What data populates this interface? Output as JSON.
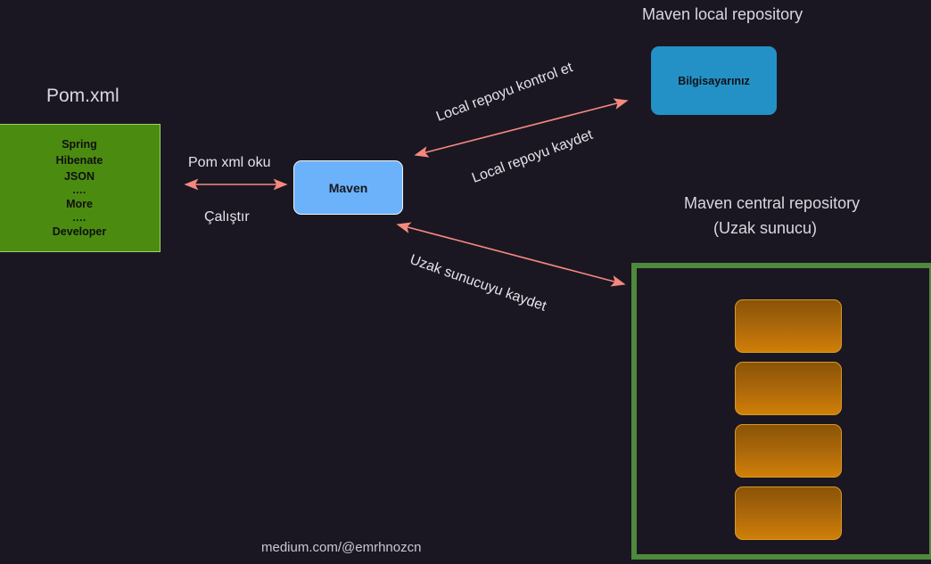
{
  "diagram": {
    "title": "Maven workflow diagram",
    "background_color": "#1a1722",
    "watermark": "medium.com/@emrhnozcn"
  },
  "pom": {
    "heading": "Pom.xml",
    "items": [
      "Spring",
      "Hibenate",
      "JSON",
      "....",
      "More",
      "....",
      "Developer"
    ],
    "lines": {
      "l1": "Spring",
      "l2": "Hibenate",
      "l3": "JSON",
      "l4": "....",
      "l5": "More",
      "l6": "....",
      "l7": "Developer"
    },
    "fill_color": "#4b8c10",
    "border_color": "#9bd25f"
  },
  "maven": {
    "label": "Maven",
    "fill_color": "#6cb2fb",
    "border_color": "#f2f2f5"
  },
  "local_repo": {
    "heading": "Maven local repository",
    "node_label": "Bilgisayarınız",
    "fill_color": "#2391c6"
  },
  "central_repo": {
    "heading_line1": "Maven central repository",
    "heading_line2": "(Uzak sunucu)",
    "frame_color": "#4e8a3c",
    "artifact_count": 4,
    "artifact_color": "#d07f08"
  },
  "arrows": {
    "color": "#f5897f",
    "pom_maven": {
      "above": "Pom xml oku",
      "below": "Çalıştır",
      "direction": "bidirectional"
    },
    "maven_local": {
      "above": "Local repoyu kontrol et",
      "below": "Local repoyu kaydet",
      "direction": "bidirectional"
    },
    "maven_central": {
      "below": "Uzak sunucuyu kaydet",
      "direction": "bidirectional"
    }
  }
}
